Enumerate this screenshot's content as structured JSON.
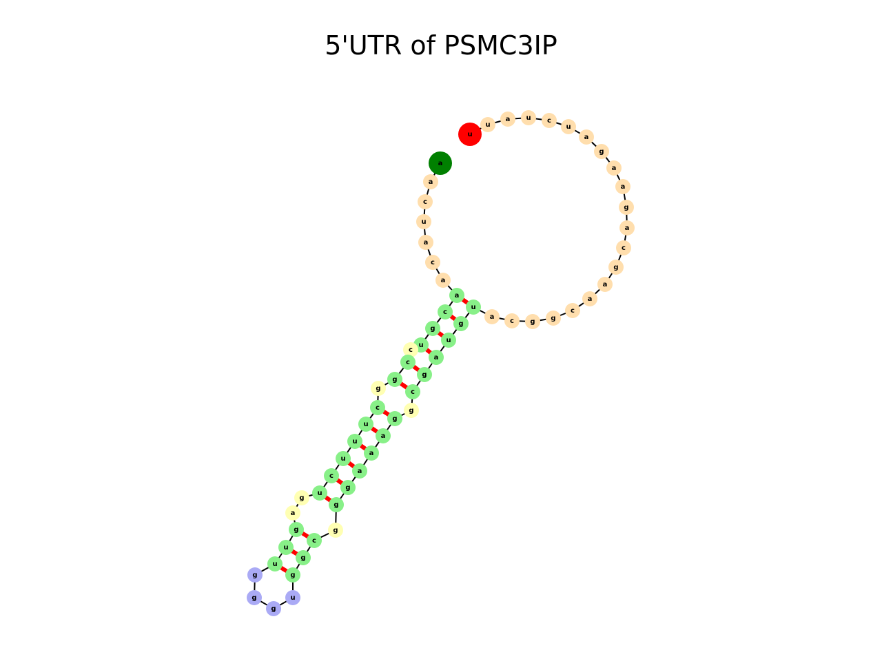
{
  "title": "5'UTR of PSMC3IP",
  "colors": {
    "loop": "#FFDEAD",
    "stem": "#88F088",
    "interior": "#FFFFB3",
    "hairpin": "#AAAAF5",
    "start": "#008000",
    "end": "#FF0000",
    "pair": "#FF0000",
    "backbone": "#000000"
  },
  "nucleotides": [
    {
      "b": "a",
      "t": "start"
    },
    {
      "b": "a",
      "t": "loop"
    },
    {
      "b": "c",
      "t": "loop"
    },
    {
      "b": "u",
      "t": "loop"
    },
    {
      "b": "a",
      "t": "loop"
    },
    {
      "b": "c",
      "t": "loop"
    },
    {
      "b": "a",
      "t": "loop"
    },
    {
      "b": "a",
      "t": "stem"
    },
    {
      "b": "c",
      "t": "stem"
    },
    {
      "b": "g",
      "t": "stem"
    },
    {
      "b": "u",
      "t": "stem"
    },
    {
      "b": "c",
      "t": "interior"
    },
    {
      "b": "c",
      "t": "stem"
    },
    {
      "b": "g",
      "t": "stem"
    },
    {
      "b": "g",
      "t": "interior"
    },
    {
      "b": "c",
      "t": "stem"
    },
    {
      "b": "u",
      "t": "stem"
    },
    {
      "b": "u",
      "t": "stem"
    },
    {
      "b": "u",
      "t": "stem"
    },
    {
      "b": "c",
      "t": "stem"
    },
    {
      "b": "u",
      "t": "stem"
    },
    {
      "b": "g",
      "t": "interior"
    },
    {
      "b": "a",
      "t": "interior"
    },
    {
      "b": "g",
      "t": "stem"
    },
    {
      "b": "u",
      "t": "stem"
    },
    {
      "b": "u",
      "t": "stem"
    },
    {
      "b": "g",
      "t": "hairpin"
    },
    {
      "b": "g",
      "t": "hairpin"
    },
    {
      "b": "g",
      "t": "hairpin"
    },
    {
      "b": "u",
      "t": "hairpin"
    },
    {
      "b": "g",
      "t": "stem"
    },
    {
      "b": "g",
      "t": "stem"
    },
    {
      "b": "c",
      "t": "stem"
    },
    {
      "b": "g",
      "t": "interior"
    },
    {
      "b": "g",
      "t": "stem"
    },
    {
      "b": "g",
      "t": "stem"
    },
    {
      "b": "a",
      "t": "stem"
    },
    {
      "b": "a",
      "t": "stem"
    },
    {
      "b": "a",
      "t": "stem"
    },
    {
      "b": "g",
      "t": "stem"
    },
    {
      "b": "g",
      "t": "interior"
    },
    {
      "b": "c",
      "t": "stem"
    },
    {
      "b": "g",
      "t": "stem"
    },
    {
      "b": "a",
      "t": "stem"
    },
    {
      "b": "u",
      "t": "stem"
    },
    {
      "b": "g",
      "t": "stem"
    },
    {
      "b": "u",
      "t": "stem"
    },
    {
      "b": "a",
      "t": "loop"
    },
    {
      "b": "c",
      "t": "loop"
    },
    {
      "b": "g",
      "t": "loop"
    },
    {
      "b": "g",
      "t": "loop"
    },
    {
      "b": "c",
      "t": "loop"
    },
    {
      "b": "a",
      "t": "loop"
    },
    {
      "b": "a",
      "t": "loop"
    },
    {
      "b": "g",
      "t": "loop"
    },
    {
      "b": "c",
      "t": "loop"
    },
    {
      "b": "a",
      "t": "loop"
    },
    {
      "b": "g",
      "t": "loop"
    },
    {
      "b": "a",
      "t": "loop"
    },
    {
      "b": "a",
      "t": "loop"
    },
    {
      "b": "g",
      "t": "loop"
    },
    {
      "b": "a",
      "t": "loop"
    },
    {
      "b": "u",
      "t": "loop"
    },
    {
      "b": "c",
      "t": "loop"
    },
    {
      "b": "u",
      "t": "loop"
    },
    {
      "b": "a",
      "t": "loop"
    },
    {
      "b": "u",
      "t": "loop"
    },
    {
      "b": "u",
      "t": "end"
    }
  ],
  "pairs": [
    [
      7,
      46
    ],
    [
      8,
      45
    ],
    [
      9,
      44
    ],
    [
      10,
      43
    ],
    [
      12,
      42
    ],
    [
      13,
      41
    ],
    [
      15,
      39
    ],
    [
      16,
      38
    ],
    [
      17,
      37
    ],
    [
      18,
      36
    ],
    [
      19,
      35
    ],
    [
      20,
      34
    ],
    [
      23,
      32
    ],
    [
      24,
      31
    ],
    [
      25,
      30
    ]
  ]
}
